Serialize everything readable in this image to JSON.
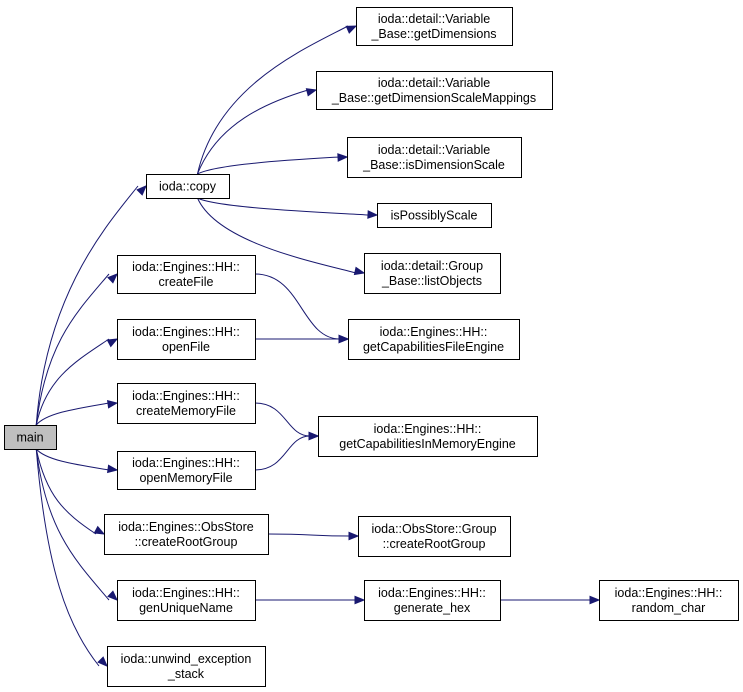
{
  "nodes": [
    {
      "id": "main",
      "lines": [
        "main"
      ]
    },
    {
      "id": "copy",
      "lines": [
        "ioda::copy"
      ]
    },
    {
      "id": "getDimensions",
      "lines": [
        "ioda::detail::Variable",
        "_Base::getDimensions"
      ]
    },
    {
      "id": "getDimensionScaleMappings",
      "lines": [
        "ioda::detail::Variable",
        "_Base::getDimensionScaleMappings"
      ]
    },
    {
      "id": "isDimensionScale",
      "lines": [
        "ioda::detail::Variable",
        "_Base::isDimensionScale"
      ]
    },
    {
      "id": "isPossiblyScale",
      "lines": [
        "isPossiblyScale"
      ]
    },
    {
      "id": "listObjects",
      "lines": [
        "ioda::detail::Group",
        "_Base::listObjects"
      ]
    },
    {
      "id": "createFile",
      "lines": [
        "ioda::Engines::HH::",
        "createFile"
      ]
    },
    {
      "id": "openFile",
      "lines": [
        "ioda::Engines::HH::",
        "openFile"
      ]
    },
    {
      "id": "getCapabilitiesFileEngine",
      "lines": [
        "ioda::Engines::HH::",
        "getCapabilitiesFileEngine"
      ]
    },
    {
      "id": "createMemoryFile",
      "lines": [
        "ioda::Engines::HH::",
        "createMemoryFile"
      ]
    },
    {
      "id": "openMemoryFile",
      "lines": [
        "ioda::Engines::HH::",
        "openMemoryFile"
      ]
    },
    {
      "id": "getCapabilitiesInMemoryEngine",
      "lines": [
        "ioda::Engines::HH::",
        "getCapabilitiesInMemoryEngine"
      ]
    },
    {
      "id": "createRootGroupObs",
      "lines": [
        "ioda::Engines::ObsStore",
        "::createRootGroup"
      ]
    },
    {
      "id": "createRootGroupGroup",
      "lines": [
        "ioda::ObsStore::Group",
        "::createRootGroup"
      ]
    },
    {
      "id": "genUniqueName",
      "lines": [
        "ioda::Engines::HH::",
        "genUniqueName"
      ]
    },
    {
      "id": "generate_hex",
      "lines": [
        "ioda::Engines::HH::",
        "generate_hex"
      ]
    },
    {
      "id": "random_char",
      "lines": [
        "ioda::Engines::HH::",
        "random_char"
      ]
    },
    {
      "id": "unwind",
      "lines": [
        "ioda::unwind_exception",
        "_stack"
      ]
    }
  ],
  "edges": [
    {
      "from": "main",
      "to": "copy"
    },
    {
      "from": "main",
      "to": "createFile"
    },
    {
      "from": "main",
      "to": "openFile"
    },
    {
      "from": "main",
      "to": "createMemoryFile"
    },
    {
      "from": "main",
      "to": "openMemoryFile"
    },
    {
      "from": "main",
      "to": "createRootGroupObs"
    },
    {
      "from": "main",
      "to": "genUniqueName"
    },
    {
      "from": "main",
      "to": "unwind"
    },
    {
      "from": "copy",
      "to": "getDimensions"
    },
    {
      "from": "copy",
      "to": "getDimensionScaleMappings"
    },
    {
      "from": "copy",
      "to": "isDimensionScale"
    },
    {
      "from": "copy",
      "to": "isPossiblyScale"
    },
    {
      "from": "copy",
      "to": "listObjects"
    },
    {
      "from": "createFile",
      "to": "getCapabilitiesFileEngine"
    },
    {
      "from": "openFile",
      "to": "getCapabilitiesFileEngine"
    },
    {
      "from": "createMemoryFile",
      "to": "getCapabilitiesInMemoryEngine"
    },
    {
      "from": "openMemoryFile",
      "to": "getCapabilitiesInMemoryEngine"
    },
    {
      "from": "createRootGroupObs",
      "to": "createRootGroupGroup"
    },
    {
      "from": "genUniqueName",
      "to": "generate_hex"
    },
    {
      "from": "generate_hex",
      "to": "random_char"
    }
  ]
}
